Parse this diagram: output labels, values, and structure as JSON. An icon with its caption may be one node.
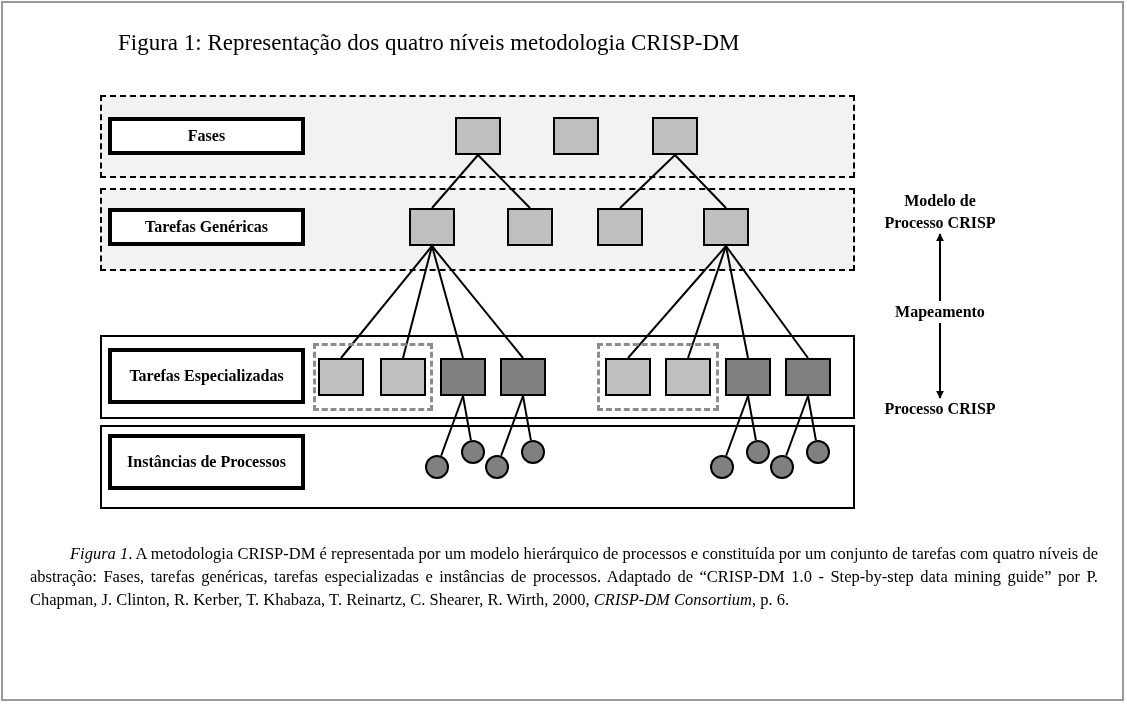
{
  "diagram": {
    "title": "Figura 1: Representação dos quatro níveis metodologia CRISP-DM",
    "caption": "*Figura 1*. A metodologia CRISP-DM é representada por um modelo hierárquico de processos e constituída por um conjunto de tarefas com quatro níveis de abstração: Fases, tarefas genéricas, tarefas especializadas e instâncias de processos. Adaptado de “CRISP-DM 1.0 - Step-by-step data mining guide” por P. Chapman, J. Clinton, R. Kerber, T. Khabaza, T. Reinartz, C. Shearer, R. Wirth, 2000, *CRISP-DM Consortium*, p. 6.",
    "nodes": [
      {
        "text": [],
        "shape": "band"
      },
      {
        "text": [
          "Fases"
        ],
        "in": 0
      },
      {
        "text": [],
        "shape": "box",
        "in": 0
      },
      {
        "text": [],
        "shape": "box",
        "in": 0
      },
      {
        "text": [],
        "shape": "box",
        "in": 0
      },
      {
        "text": [],
        "shape": "band"
      },
      {
        "text": [
          "Tarefas Genéricas"
        ],
        "in": 5
      },
      {
        "text": [],
        "shape": "box",
        "in": 5
      },
      {
        "text": [],
        "shape": "box",
        "in": 5
      },
      {
        "text": [],
        "shape": "box",
        "in": 5
      },
      {
        "text": [],
        "shape": "box",
        "in": 5
      },
      {
        "text": [],
        "shape": "band"
      },
      {
        "text": [
          "Tarefas Especializadas"
        ],
        "in": 11
      },
      {
        "text": [],
        "shape": "box",
        "in": 11
      },
      {
        "text": [],
        "shape": "box",
        "in": 13
      },
      {
        "text": [],
        "shape": "box",
        "in": 13
      },
      {
        "text": [],
        "shape": "box",
        "in": 11
      },
      {
        "text": [],
        "shape": "box",
        "in": 11
      },
      {
        "text": [],
        "shape": "box",
        "in": 11
      },
      {
        "text": [],
        "shape": "box",
        "in": 18
      },
      {
        "text": [],
        "shape": "box",
        "in": 18
      },
      {
        "text": [],
        "shape": "box",
        "in": 11
      },
      {
        "text": [],
        "shape": "box",
        "in": 11
      },
      {
        "text": [],
        "shape": "band"
      },
      {
        "text": [
          "Instâncias de Processos"
        ],
        "in": 23
      },
      {
        "text": [],
        "shape": "circle",
        "in": 23
      },
      {
        "text": [],
        "shape": "circle",
        "in": 23
      },
      {
        "text": [],
        "shape": "circle",
        "in": 23
      },
      {
        "text": [],
        "shape": "circle",
        "in": 23
      },
      {
        "text": [],
        "shape": "circle",
        "in": 23
      },
      {
        "text": [],
        "shape": "circle",
        "in": 23
      },
      {
        "text": [],
        "shape": "circle",
        "in": 23
      },
      {
        "text": [],
        "shape": "circle",
        "in": 23
      },
      {
        "text": [
          "Modelo de Processo CRISP"
        ]
      },
      {
        "text": [
          "Mapeamento"
        ]
      },
      {
        "text": [
          "Processo CRISP"
        ]
      }
    ],
    "edges": [
      {
        "from": 2,
        "to": 7,
        "arrow": "none"
      },
      {
        "from": 2,
        "to": 8,
        "arrow": "none"
      },
      {
        "from": 4,
        "to": 9,
        "arrow": "none"
      },
      {
        "from": 4,
        "to": 10,
        "arrow": "none"
      },
      {
        "from": 7,
        "to": 14,
        "arrow": "none"
      },
      {
        "from": 7,
        "to": 15,
        "arrow": "none"
      },
      {
        "from": 7,
        "to": 16,
        "arrow": "none"
      },
      {
        "from": 7,
        "to": 17,
        "arrow": "none"
      },
      {
        "from": 10,
        "to": 19,
        "arrow": "none"
      },
      {
        "from": 10,
        "to": 20,
        "arrow": "none"
      },
      {
        "from": 10,
        "to": 21,
        "arrow": "none"
      },
      {
        "from": 10,
        "to": 22,
        "arrow": "none"
      },
      {
        "from": 16,
        "to": 25,
        "arrow": "none"
      },
      {
        "from": 16,
        "to": 26,
        "arrow": "none"
      },
      {
        "from": 17,
        "to": 27,
        "arrow": "none"
      },
      {
        "from": 17,
        "to": 28,
        "arrow": "none"
      },
      {
        "from": 21,
        "to": 29,
        "arrow": "none"
      },
      {
        "from": 21,
        "to": 30,
        "arrow": "none"
      },
      {
        "from": 22,
        "to": 31,
        "arrow": "none"
      },
      {
        "from": 22,
        "to": 32,
        "arrow": "none"
      },
      {
        "from": 34,
        "to": 33,
        "arrow": "to"
      },
      {
        "from": 34,
        "to": 35,
        "arrow": "to"
      }
    ]
  }
}
